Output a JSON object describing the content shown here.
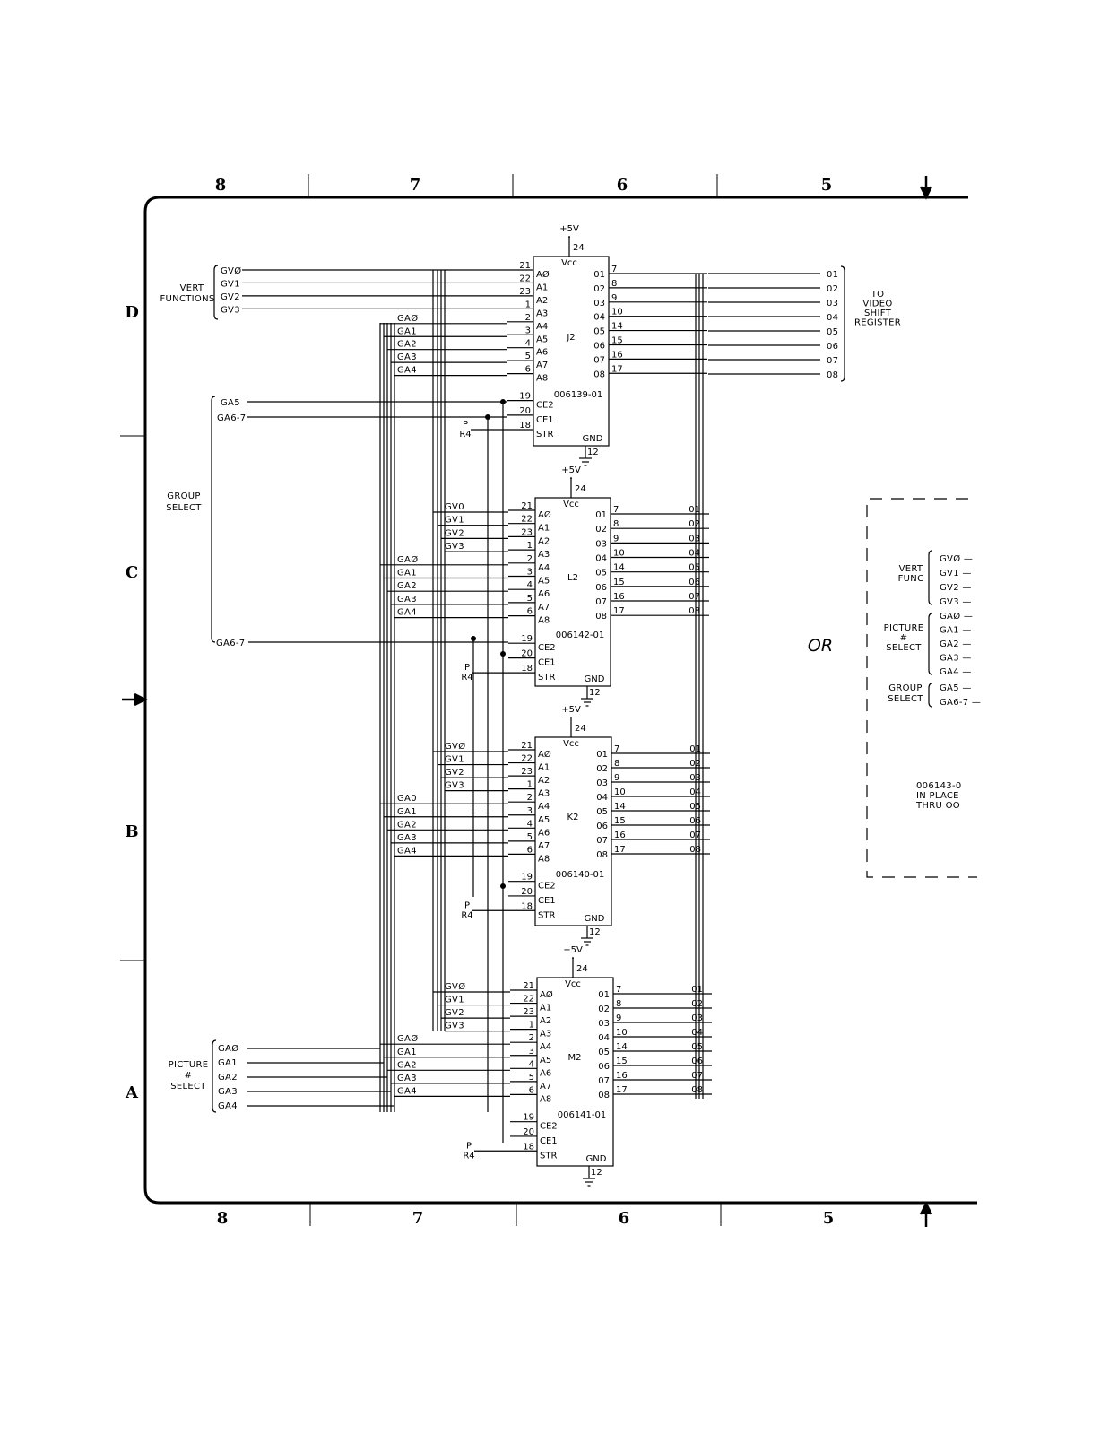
{
  "columns": [
    "8",
    "7",
    "6",
    "5"
  ],
  "rows": [
    "D",
    "C",
    "B",
    "A"
  ],
  "power_label": "+5V",
  "vcc_label": "Vcc",
  "gnd_label": "GND",
  "vcc_pin": "24",
  "gnd_pin": "12",
  "strobe_label_top": "P",
  "strobe_label_bottom": "R4",
  "input_pins": [
    "21",
    "22",
    "23",
    "1",
    "2",
    "3",
    "4",
    "5",
    "6",
    "19",
    "20",
    "18"
  ],
  "input_names": [
    "AØ",
    "A1",
    "A2",
    "A3",
    "A4",
    "A5",
    "A6",
    "A7",
    "A8",
    "CE2",
    "CE1",
    "STR"
  ],
  "output_pins": [
    "7",
    "8",
    "9",
    "10",
    "14",
    "15",
    "16",
    "17"
  ],
  "output_names": [
    "01",
    "02",
    "03",
    "04",
    "05",
    "06",
    "07",
    "08"
  ],
  "chips": [
    {
      "ref": "J2",
      "part": "006139-01",
      "vert_inputs": [
        "GVØ",
        "GV1",
        "GV2",
        "GV3"
      ],
      "picture_inputs": [
        "GAØ",
        "GA1",
        "GA2",
        "GA3",
        "GA4"
      ],
      "group_inputs": [
        "GA5",
        "GA6-7"
      ]
    },
    {
      "ref": "L2",
      "part": "006142-01",
      "vert_inputs": [
        "GV0",
        "GV1",
        "GV2",
        "GV3"
      ],
      "picture_inputs": [
        "GAØ",
        "GA1",
        "GA2",
        "GA3",
        "GA4"
      ],
      "group_inputs": [
        "GA6-7"
      ]
    },
    {
      "ref": "K2",
      "part": "006140-01",
      "vert_inputs": [
        "GVØ",
        "GV1",
        "GV2",
        "GV3"
      ],
      "picture_inputs": [
        "GA0",
        "GA1",
        "GA2",
        "GA3",
        "GA4"
      ],
      "group_inputs": []
    },
    {
      "ref": "M2",
      "part": "006141-01",
      "vert_inputs": [
        "GVØ",
        "GV1",
        "GV2",
        "GV3"
      ],
      "picture_inputs": [
        "GAØ",
        "GA1",
        "GA2",
        "GA3",
        "GA4"
      ],
      "group_inputs": []
    }
  ],
  "left_labels": {
    "vert_functions": [
      "VERT",
      "FUNCTIONS"
    ],
    "group_select": [
      "GROUP",
      "SELECT"
    ],
    "picture_select": [
      "PICTURE",
      "#",
      "SELECT"
    ],
    "picture_inputs": [
      "GAØ",
      "GA1",
      "GA2",
      "GA3",
      "GA4"
    ]
  },
  "right_outputs": {
    "labels": [
      "01",
      "02",
      "03",
      "04",
      "05",
      "06",
      "07",
      "08"
    ],
    "destination": [
      "TO",
      "VIDEO",
      "SHIFT",
      "REGISTER"
    ]
  },
  "or_label": "OR",
  "alternate": {
    "vert_func": [
      "VERT",
      "FUNC"
    ],
    "vert_inputs": [
      "GVØ",
      "GV1",
      "GV2",
      "GV3"
    ],
    "picture_select": [
      "PICTURE",
      "#",
      "SELECT"
    ],
    "picture_inputs": [
      "GAØ",
      "GA1",
      "GA2",
      "GA3",
      "GA4"
    ],
    "group_select": [
      "GROUP",
      "SELECT"
    ],
    "group_inputs": [
      "GA5",
      "GA6-7"
    ],
    "note": [
      "006143-0",
      "IN PLACE",
      "THRU OO"
    ]
  }
}
